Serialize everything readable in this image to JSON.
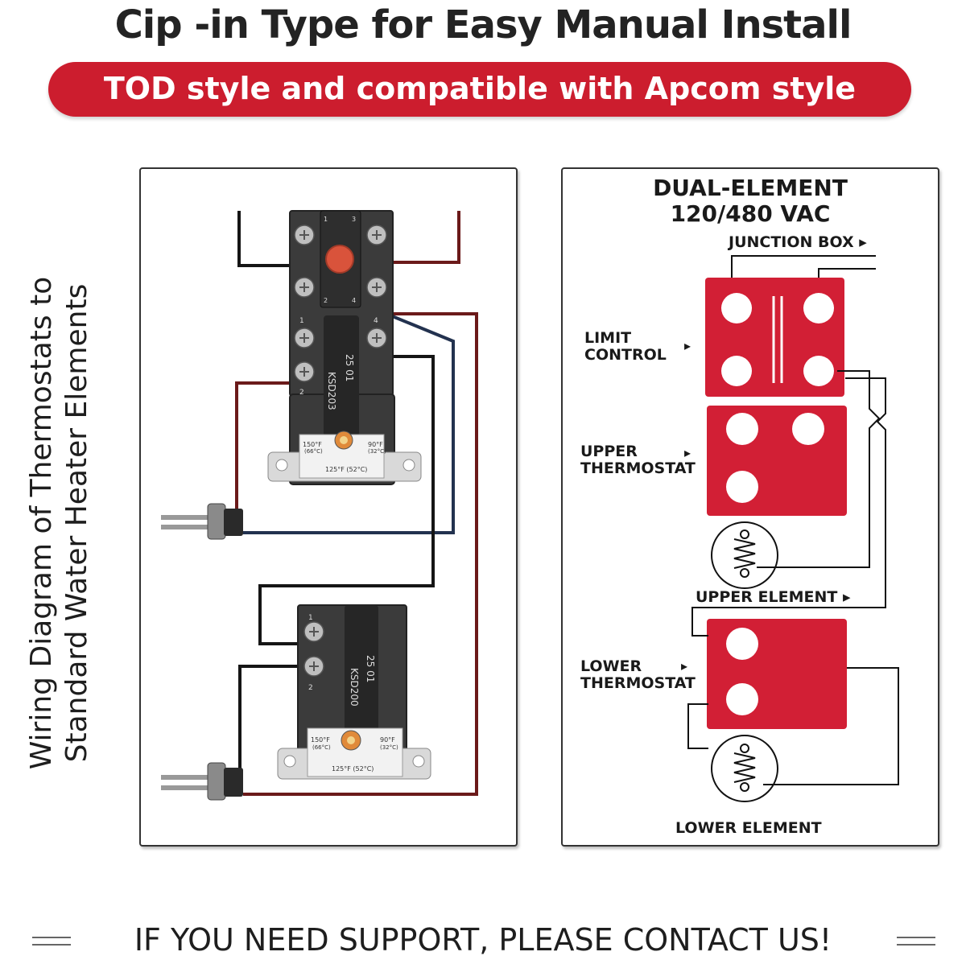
{
  "header": {
    "title": "Cip -in Type for Easy Manual Install",
    "subtitle": "TOD style and compatible with Apcom style"
  },
  "left_panel": {
    "caption_line1": "Wiring Diagram of Thermostats to",
    "caption_line2": "Standard Water Heater Elements",
    "upper_thermostat": {
      "model": "KSD203",
      "code": "25 01",
      "terminals": [
        "1",
        "3",
        "2",
        "4",
        "1",
        "4",
        "2"
      ],
      "dial_high": "150°F",
      "dial_high_c": "(66°C)",
      "dial_low": "90°F",
      "dial_low_c": "(32°C)",
      "dial_mid": "125°F (52°C)"
    },
    "lower_thermostat": {
      "model": "KSD200",
      "code": "25 01",
      "terminals": [
        "1",
        "2"
      ],
      "dial_high": "150°F",
      "dial_high_c": "(66°C)",
      "dial_low": "90°F",
      "dial_low_c": "(32°C)",
      "dial_mid": "125°F (52°C)"
    },
    "wire_colors": {
      "black": "#151515",
      "brown": "#6b1a1a",
      "blue": "#23324f"
    }
  },
  "right_panel": {
    "title_line1": "DUAL-ELEMENT",
    "title_line2": "120/480 VAC",
    "junction_box": "JUNCTION BOX",
    "limit_control_line1": "LIMIT",
    "limit_control_line2": "CONTROL",
    "upper_thermostat_line1": "UPPER",
    "upper_thermostat_line2": "THERMOSTAT",
    "upper_element": "UPPER ELEMENT",
    "lower_thermostat_line1": "LOWER",
    "lower_thermostat_line2": "THERMOSTAT",
    "lower_element": "LOWER ELEMENT",
    "arrow_glyph": "▸",
    "block_color": "#d21f35"
  },
  "footer": {
    "text": "IF YOU NEED SUPPORT, PLEASE CONTACT US!"
  },
  "colors": {
    "accent": "#cc1d2e",
    "text": "#1e1e1e"
  }
}
